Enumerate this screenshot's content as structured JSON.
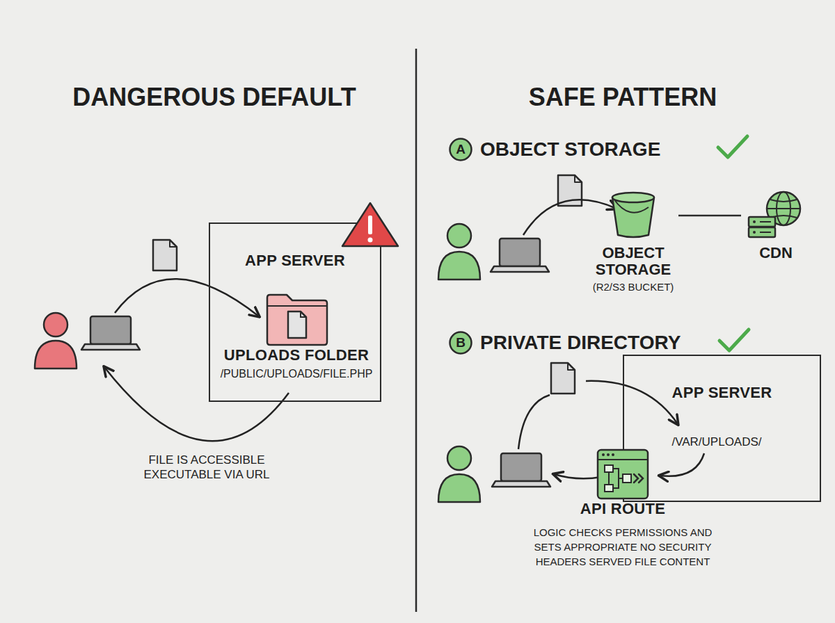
{
  "diagram": {
    "nodes": [
      {
        "text": [
          "APP SERVER"
        ]
      },
      {
        "text": [
          "UPLOADS FOLDER",
          "/PUBLIC/UPLOADS/FILE.PHP"
        ],
        "in": 0
      },
      {
        "text": [
          "A"
        ]
      },
      {
        "text": [
          "OBJECT STORAGE",
          "(R2/S3 BUCKET)"
        ]
      },
      {
        "text": [
          "CDN"
        ]
      },
      {
        "text": [
          "B"
        ]
      },
      {
        "text": [
          "APP SERVER"
        ]
      },
      {
        "text": [
          "API ROUTE",
          "LOGIC CHECKS PERMISSIONS AND SETS APPROPRIATE NO SECURITY HEADERS SERVED FILE CONTENT"
        ]
      }
    ],
    "edges": [
      {
        "from": 3,
        "to": 4,
        "arrow": "none"
      }
    ],
    "labels": [
      "DANGEROUS DEFAULT",
      "SAFE PATTERN",
      "FILE IS ACCESSIBLE EXECUTABLE VIA URL",
      "OBJECT STORAGE",
      "PRIVATE DIRECTORY",
      "/VAR/UPLOADS/"
    ]
  }
}
